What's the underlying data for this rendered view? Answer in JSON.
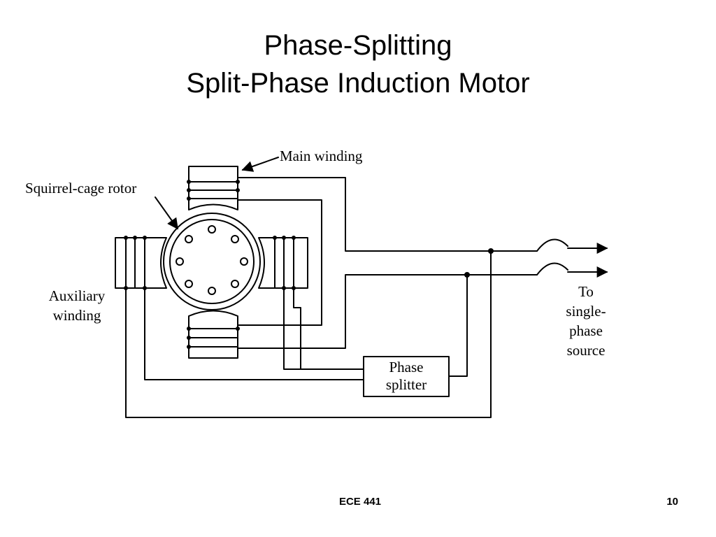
{
  "slide": {
    "title_line1": "Phase-Splitting",
    "title_line2": "Split-Phase Induction Motor",
    "footer_course": "ECE 441",
    "page_number": "10"
  },
  "diagram": {
    "labels": {
      "main_winding": "Main winding",
      "rotor": "Squirrel-cage rotor",
      "aux_line1": "Auxiliary",
      "aux_line2": "winding",
      "splitter_line1": "Phase",
      "splitter_line2": "splitter",
      "source_line1": "To",
      "source_line2": "single-",
      "source_line3": "phase",
      "source_line4": "source"
    }
  }
}
